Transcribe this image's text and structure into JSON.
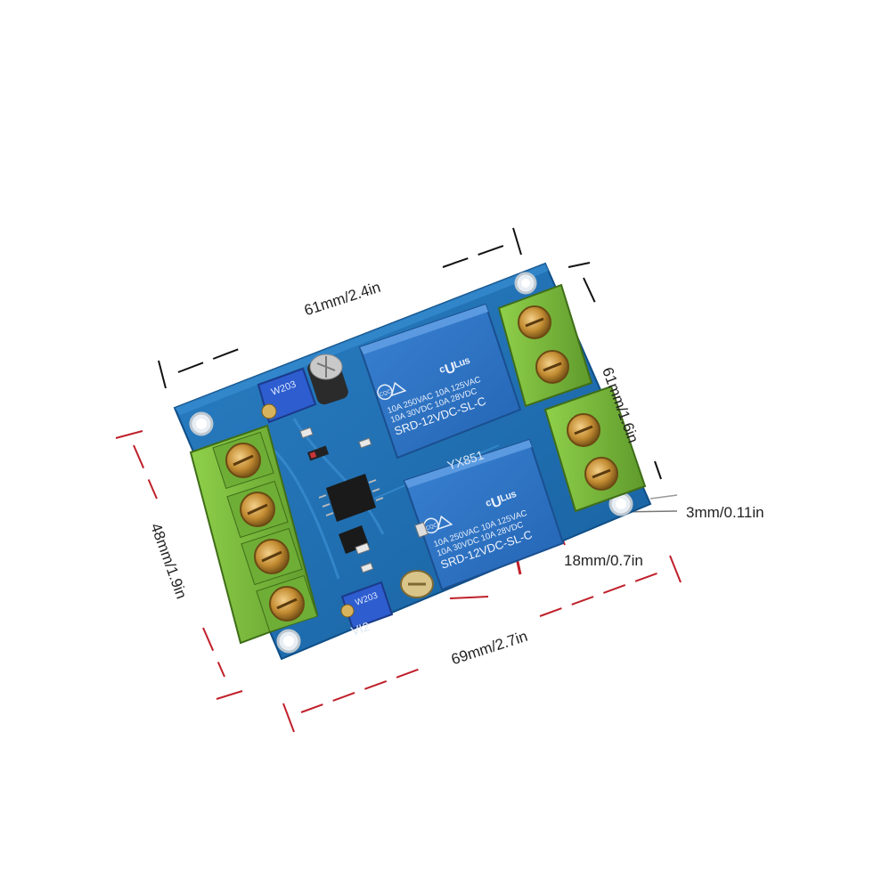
{
  "dimensions": {
    "top_width": "61mm/2.4in",
    "right_height": "61mm/1.6in",
    "left_height": "48mm/1.9in",
    "bottom_width": "69mm/2.7in",
    "terminal_gap": "18mm/0.7in",
    "hole_offset": "3mm/0.11in"
  },
  "board": {
    "model_label": "YX851",
    "designator": "VI2",
    "pot_label": "W203",
    "relay_top": {
      "ratings_line1": "10A 250VAC  10A 125VAC",
      "ratings_line2": "10A  30VDC  10A  28VDC",
      "model": "SRD-12VDC-SL-C"
    },
    "relay_bottom": {
      "ratings_line1": "10A 250VAC  10A 125VAC",
      "ratings_line2": "10A  30VDC  10A  28VDC",
      "model": "SRD-12VDC-SL-C"
    }
  },
  "colors": {
    "pcb": "#1f6fb3",
    "relay": "#2f74c6",
    "terminal": "#7fbf3f",
    "screw": "#c9963d",
    "dim_line_black": "#111111",
    "dim_line_red": "#c0202a"
  }
}
